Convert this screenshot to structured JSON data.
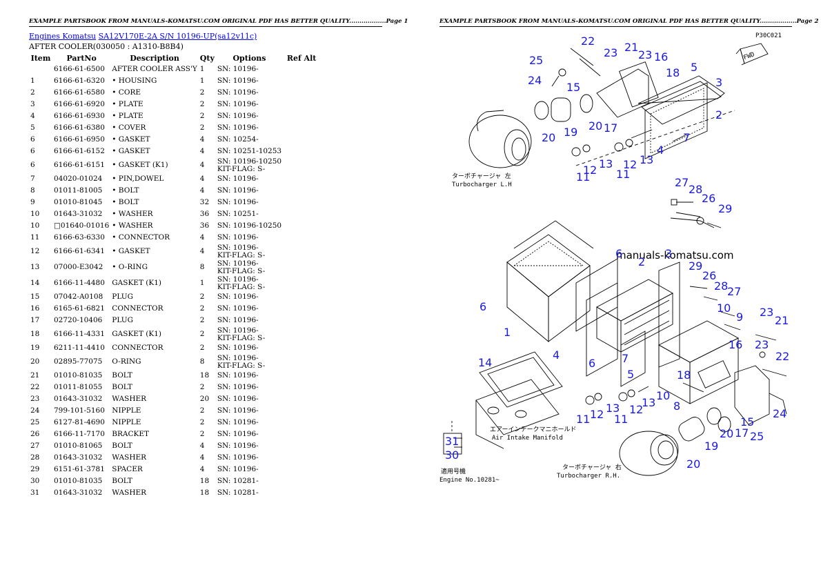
{
  "page1": {
    "header": "EXAMPLE PARTSBOOK FROM MANUALS-KOMATSU.COM ORIGINAL PDF HAS BETTER QUALITY..................Page 1",
    "breadcrumb": {
      "link1": "Engines Komatsu",
      "link2": "SA12V170E-2A S/N 10196-UP(sa12v11c)"
    },
    "subtitle": "AFTER COOLER(030050 : A1310-B8B4)",
    "columns": {
      "item": "Item",
      "partno": "PartNo",
      "description": "Description",
      "qty": "Qty",
      "options": "Options",
      "refalt": "Ref Alt"
    },
    "rows": [
      {
        "item": "",
        "partno": "6166-61-6500",
        "desc": "AFTER COOLER ASS'Y",
        "qty": "1",
        "opt1": "SN: 10196-",
        "opt2": ""
      },
      {
        "item": "1",
        "partno": "6166-61-6320",
        "desc": "• HOUSING",
        "qty": "1",
        "opt1": "SN: 10196-",
        "opt2": ""
      },
      {
        "item": "2",
        "partno": "6166-61-6580",
        "desc": "• CORE",
        "qty": "2",
        "opt1": "SN: 10196-",
        "opt2": ""
      },
      {
        "item": "3",
        "partno": "6166-61-6920",
        "desc": "• PLATE",
        "qty": "2",
        "opt1": "SN: 10196-",
        "opt2": ""
      },
      {
        "item": "4",
        "partno": "6166-61-6930",
        "desc": "• PLATE",
        "qty": "2",
        "opt1": "SN: 10196-",
        "opt2": ""
      },
      {
        "item": "5",
        "partno": "6166-61-6380",
        "desc": "• COVER",
        "qty": "2",
        "opt1": "SN: 10196-",
        "opt2": ""
      },
      {
        "item": "6",
        "partno": "6166-61-6950",
        "desc": "• GASKET",
        "qty": "4",
        "opt1": "SN: 10254-",
        "opt2": ""
      },
      {
        "item": "6",
        "partno": "6166-61-6152",
        "desc": "• GASKET",
        "qty": "4",
        "opt1": "SN: 10251-10253",
        "opt2": ""
      },
      {
        "item": "6",
        "partno": "6166-61-6151",
        "desc": "• GASKET (K1)",
        "qty": "4",
        "opt1": "SN: 10196-10250",
        "opt2": "KIT-FLAG: S-"
      },
      {
        "item": "7",
        "partno": "04020-01024",
        "desc": "• PIN,DOWEL",
        "qty": "4",
        "opt1": "SN: 10196-",
        "opt2": ""
      },
      {
        "item": "8",
        "partno": "01011-81005",
        "desc": "• BOLT",
        "qty": "4",
        "opt1": "SN: 10196-",
        "opt2": ""
      },
      {
        "item": "9",
        "partno": "01010-81045",
        "desc": "• BOLT",
        "qty": "32",
        "opt1": "SN: 10196-",
        "opt2": ""
      },
      {
        "item": "10",
        "partno": "01643-31032",
        "desc": "• WASHER",
        "qty": "36",
        "opt1": "SN: 10251-",
        "opt2": ""
      },
      {
        "item": "10",
        "partno": "□01640-01016",
        "desc": "• WASHER",
        "qty": "36",
        "opt1": "SN: 10196-10250",
        "opt2": ""
      },
      {
        "item": "11",
        "partno": "6166-63-6330",
        "desc": "• CONNECTOR",
        "qty": "4",
        "opt1": "SN: 10196-",
        "opt2": ""
      },
      {
        "item": "12",
        "partno": "6166-61-6341",
        "desc": "• GASKET",
        "qty": "4",
        "opt1": "SN: 10196-",
        "opt2": "KIT-FLAG: S-"
      },
      {
        "item": "13",
        "partno": "07000-E3042",
        "desc": "• O-RING",
        "qty": "8",
        "opt1": "SN: 10196-",
        "opt2": "KIT-FLAG: S-"
      },
      {
        "item": "14",
        "partno": "6166-11-4480",
        "desc": "GASKET (K1)",
        "qty": "1",
        "opt1": "SN: 10196-",
        "opt2": "KIT-FLAG: S-"
      },
      {
        "item": "15",
        "partno": "07042-A0108",
        "desc": "PLUG",
        "qty": "2",
        "opt1": "SN: 10196-",
        "opt2": ""
      },
      {
        "item": "16",
        "partno": "6165-61-6821",
        "desc": "CONNECTOR",
        "qty": "2",
        "opt1": "SN: 10196-",
        "opt2": ""
      },
      {
        "item": "17",
        "partno": "02720-10406",
        "desc": "PLUG",
        "qty": "2",
        "opt1": "SN: 10196-",
        "opt2": ""
      },
      {
        "item": "18",
        "partno": "6166-11-4331",
        "desc": "GASKET (K1)",
        "qty": "2",
        "opt1": "SN: 10196-",
        "opt2": "KIT-FLAG: S-"
      },
      {
        "item": "19",
        "partno": "6211-11-4410",
        "desc": "CONNECTOR",
        "qty": "2",
        "opt1": "SN: 10196-",
        "opt2": ""
      },
      {
        "item": "20",
        "partno": "02895-77075",
        "desc": "O-RING",
        "qty": "8",
        "opt1": "SN: 10196-",
        "opt2": "KIT-FLAG: S-"
      },
      {
        "item": "21",
        "partno": "01010-81035",
        "desc": "BOLT",
        "qty": "18",
        "opt1": "SN: 10196-",
        "opt2": ""
      },
      {
        "item": "22",
        "partno": "01011-81055",
        "desc": "BOLT",
        "qty": "2",
        "opt1": "SN: 10196-",
        "opt2": ""
      },
      {
        "item": "23",
        "partno": "01643-31032",
        "desc": "WASHER",
        "qty": "20",
        "opt1": "SN: 10196-",
        "opt2": ""
      },
      {
        "item": "24",
        "partno": "799-101-5160",
        "desc": "NIPPLE",
        "qty": "2",
        "opt1": "SN: 10196-",
        "opt2": ""
      },
      {
        "item": "25",
        "partno": "6127-81-4690",
        "desc": "NIPPLE",
        "qty": "2",
        "opt1": "SN: 10196-",
        "opt2": ""
      },
      {
        "item": "26",
        "partno": "6166-11-7170",
        "desc": "BRACKET",
        "qty": "2",
        "opt1": "SN: 10196-",
        "opt2": ""
      },
      {
        "item": "27",
        "partno": "01010-81065",
        "desc": "BOLT",
        "qty": "4",
        "opt1": "SN: 10196-",
        "opt2": ""
      },
      {
        "item": "28",
        "partno": "01643-31032",
        "desc": "WASHER",
        "qty": "4",
        "opt1": "SN: 10196-",
        "opt2": ""
      },
      {
        "item": "29",
        "partno": "6151-61-3781",
        "desc": "SPACER",
        "qty": "4",
        "opt1": "SN: 10196-",
        "opt2": ""
      },
      {
        "item": "30",
        "partno": "01010-81035",
        "desc": "BOLT",
        "qty": "18",
        "opt1": "SN: 10281-",
        "opt2": ""
      },
      {
        "item": "31",
        "partno": "01643-31032",
        "desc": "WASHER",
        "qty": "18",
        "opt1": "SN: 10281-",
        "opt2": ""
      }
    ]
  },
  "page2": {
    "header": "EXAMPLE PARTSBOOK FROM MANUALS-KOMATSU.COM ORIGINAL PDF HAS BETTER QUALITY..................Page 2",
    "watermark": "manuals-komatsu.com",
    "diagram_labels": {
      "turbo_lh_jp": "ターボチャージャ 左",
      "turbo_lh": "Turbocharger L.H",
      "manifold_jp": "エアーインテークマニホールド",
      "manifold": "Air Intake Manifold",
      "turbo_rh_jp": "ターボチャージャ 右",
      "turbo_rh": "Turbocharger R.H.",
      "engine_jp": "適用号機",
      "engine_no": "Engine No.10281~",
      "fwd": "FWD",
      "figure_code": "P30C021"
    },
    "callouts": [
      "22",
      "23",
      "21",
      "23",
      "16",
      "25",
      "24",
      "15",
      "18",
      "5",
      "3",
      "2",
      "20",
      "19",
      "20",
      "17",
      "7",
      "4",
      "11",
      "12",
      "13",
      "11",
      "12",
      "13",
      "27",
      "28",
      "26",
      "29",
      "6",
      "3",
      "2",
      "29",
      "26",
      "28",
      "27",
      "10",
      "9",
      "1",
      "6",
      "23",
      "21",
      "14",
      "4",
      "6",
      "7",
      "5",
      "16",
      "23",
      "22",
      "18",
      "10",
      "8",
      "11",
      "12",
      "13",
      "11",
      "12",
      "13",
      "31",
      "30",
      "15",
      "20",
      "17",
      "25",
      "24",
      "19",
      "20"
    ]
  }
}
